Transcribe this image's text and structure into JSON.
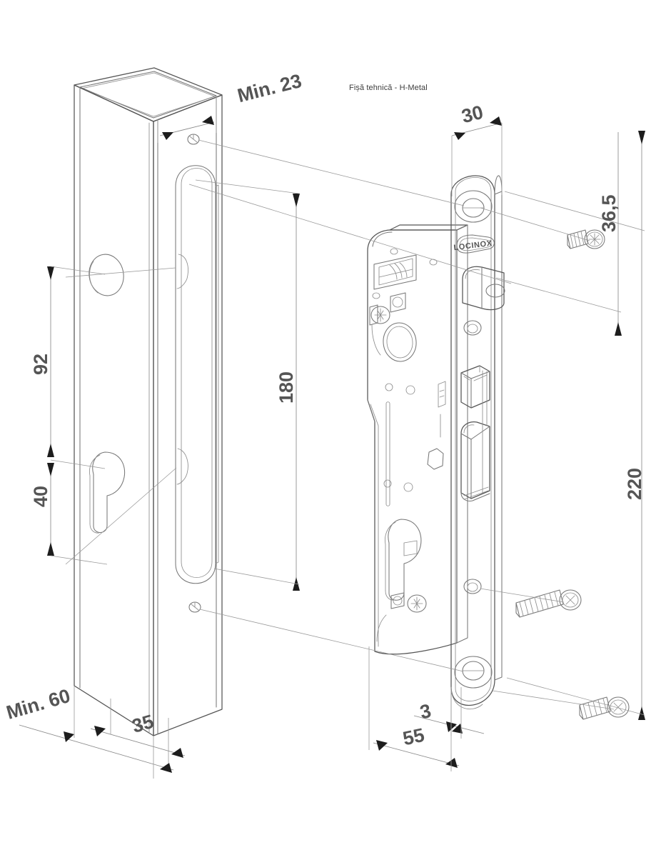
{
  "document": {
    "title": "Fișă tehnică - H-Metal",
    "type": "technical-drawing",
    "brand": "LOCINOX",
    "subject": "Insert lock for square tube post (H-Metal) — exploded isometric installation drawing",
    "line_color": "#555555",
    "text_color": "#555555",
    "background_color": "#ffffff"
  },
  "dimensions": {
    "post_width_min": "Min. 60",
    "post_face_offset": "35",
    "post_edge_min": "Min. 23",
    "hole_spacing_upper": "92",
    "hole_spacing_lower": "40",
    "slot_length": "180",
    "faceplate_width": "30",
    "screw_top_offset": "36,5",
    "faceplate_length": "220",
    "faceplate_thickness": "3",
    "lock_case_depth": "55"
  },
  "parts": {
    "post": {
      "name": "square-tube-post",
      "features": [
        "open-top-hollow-section",
        "rounded-slot-cutout",
        "spindle-hole",
        "euro-cylinder-keyhole",
        "fixing-screw-hole-top",
        "fixing-screw-hole-bottom"
      ]
    },
    "lock": {
      "name": "insert-lock-body",
      "features": [
        "faceplate",
        "latch-bolt",
        "dead-bolt",
        "euro-cylinder-cutout",
        "spindle-hole",
        "locinox-badge",
        "countersunk-fixing-holes"
      ]
    },
    "fasteners": {
      "name": "fixing-screws",
      "count": 3,
      "type": "phillips-countersunk-screw"
    }
  }
}
